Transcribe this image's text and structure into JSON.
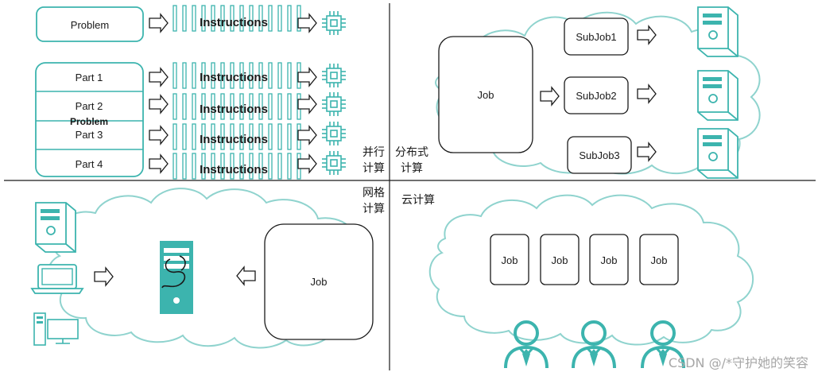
{
  "quadrants": {
    "parallel": {
      "label_line1": "并行",
      "label_line2": "计算",
      "single_problem": "Problem",
      "parts": [
        "Part 1",
        "Part 2",
        "Part 3",
        "Part 4"
      ],
      "grouped_problem": "Problem",
      "instructions": "Instructions"
    },
    "distributed": {
      "label_line1": "分布式",
      "label_line2": "计算",
      "job": "Job",
      "subjobs": [
        "SubJob1",
        "SubJob2",
        "SubJob3"
      ]
    },
    "grid": {
      "label_line1": "网格",
      "label_line2": "计算",
      "job": "Job"
    },
    "cloud": {
      "label": "云计算",
      "jobs": [
        "Job",
        "Job",
        "Job",
        "Job"
      ]
    }
  },
  "colors": {
    "teal": "#3cb4ae",
    "cloud_stroke": "#8fd3ce",
    "box_stroke": "#1a1a1a",
    "divider": "#1a1a1a"
  },
  "icons": [
    "cpu-chip-icon",
    "server-tower-icon",
    "laptop-icon",
    "desktop-computer-icon",
    "server-rack-icon",
    "user-icon",
    "right-arrow-icon",
    "left-arrow-icon"
  ],
  "watermark": "CSDN @/*守护她的笑容"
}
